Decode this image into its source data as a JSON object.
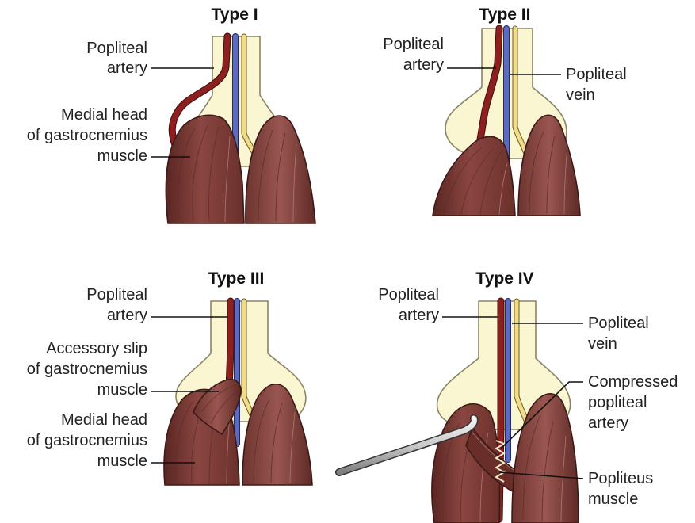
{
  "panels": [
    {
      "title": "Type I",
      "labels": [
        [
          "Popliteal",
          "artery"
        ],
        [
          "Medial head",
          "of gastrocnemius",
          "muscle"
        ]
      ]
    },
    {
      "title": "Type II",
      "labels": [
        [
          "Popliteal",
          "artery"
        ],
        [
          "Popliteal",
          "vein"
        ]
      ]
    },
    {
      "title": "Type III",
      "labels": [
        [
          "Popliteal",
          "artery"
        ],
        [
          "Accessory slip",
          "of gastrocnemius",
          "muscle"
        ],
        [
          "Medial head",
          "of gastrocnemius",
          "muscle"
        ]
      ]
    },
    {
      "title": "Type IV",
      "labels": [
        [
          "Popliteal",
          "artery"
        ],
        [
          "Popliteal",
          "vein"
        ],
        [
          "Compressed",
          "popliteal",
          "artery"
        ],
        [
          "Popliteus",
          "muscle"
        ]
      ]
    }
  ],
  "colors": {
    "artery": "#8e1f1f",
    "vein": "#5c6bc0",
    "nerve": "#f1dd89",
    "bone": "#fbf6d2",
    "muscle": "#7b3a35"
  }
}
